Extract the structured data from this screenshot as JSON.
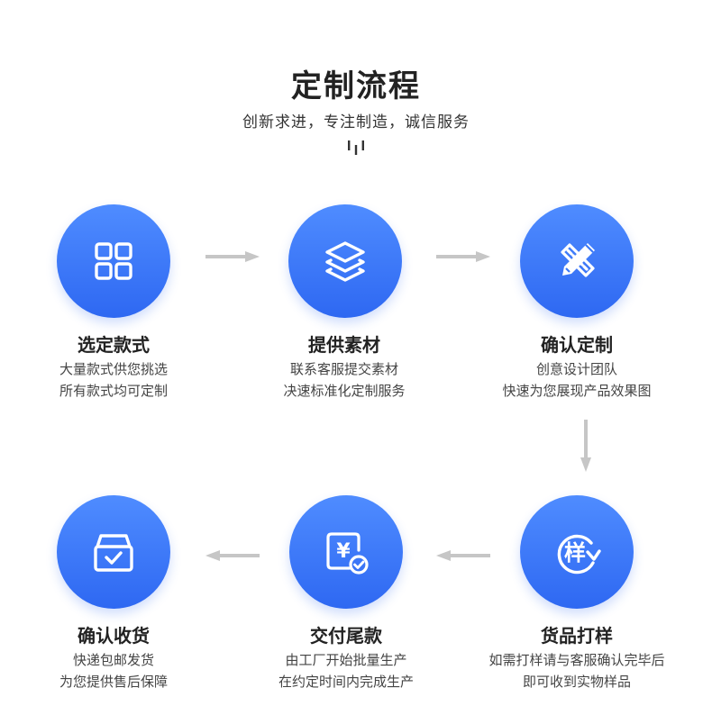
{
  "header": {
    "title": "定制流程",
    "subtitle": "创新求进，专注制造，诚信服务"
  },
  "steps": [
    {
      "title": "选定款式",
      "line1": "大量款式供您挑选",
      "line2": "所有款式均可定制",
      "icon": "grid-icon"
    },
    {
      "title": "提供素材",
      "line1": "联系客服提交素材",
      "line2": "决速标准化定制服务",
      "icon": "layers-icon"
    },
    {
      "title": "确认定制",
      "line1": "创意设计团队",
      "line2": "快速为您展现产品效果图",
      "icon": "pencil-ruler-icon"
    },
    {
      "title": "货品打样",
      "line1": "如需打样请与客服确认完毕后",
      "line2": "即可收到实物样品",
      "icon": "sample-icon",
      "icon_text": "样"
    },
    {
      "title": "交付尾款",
      "line1": "由工厂开始批量生产",
      "line2": "在约定时间内完成生产",
      "icon": "payment-icon",
      "icon_text": "¥"
    },
    {
      "title": "确认收货",
      "line1": "快递包邮发货",
      "line2": "为您提供售后保障",
      "icon": "box-check-icon"
    }
  ],
  "colors": {
    "accent": "#3b78f7",
    "arrow": "#c6c6c6"
  }
}
